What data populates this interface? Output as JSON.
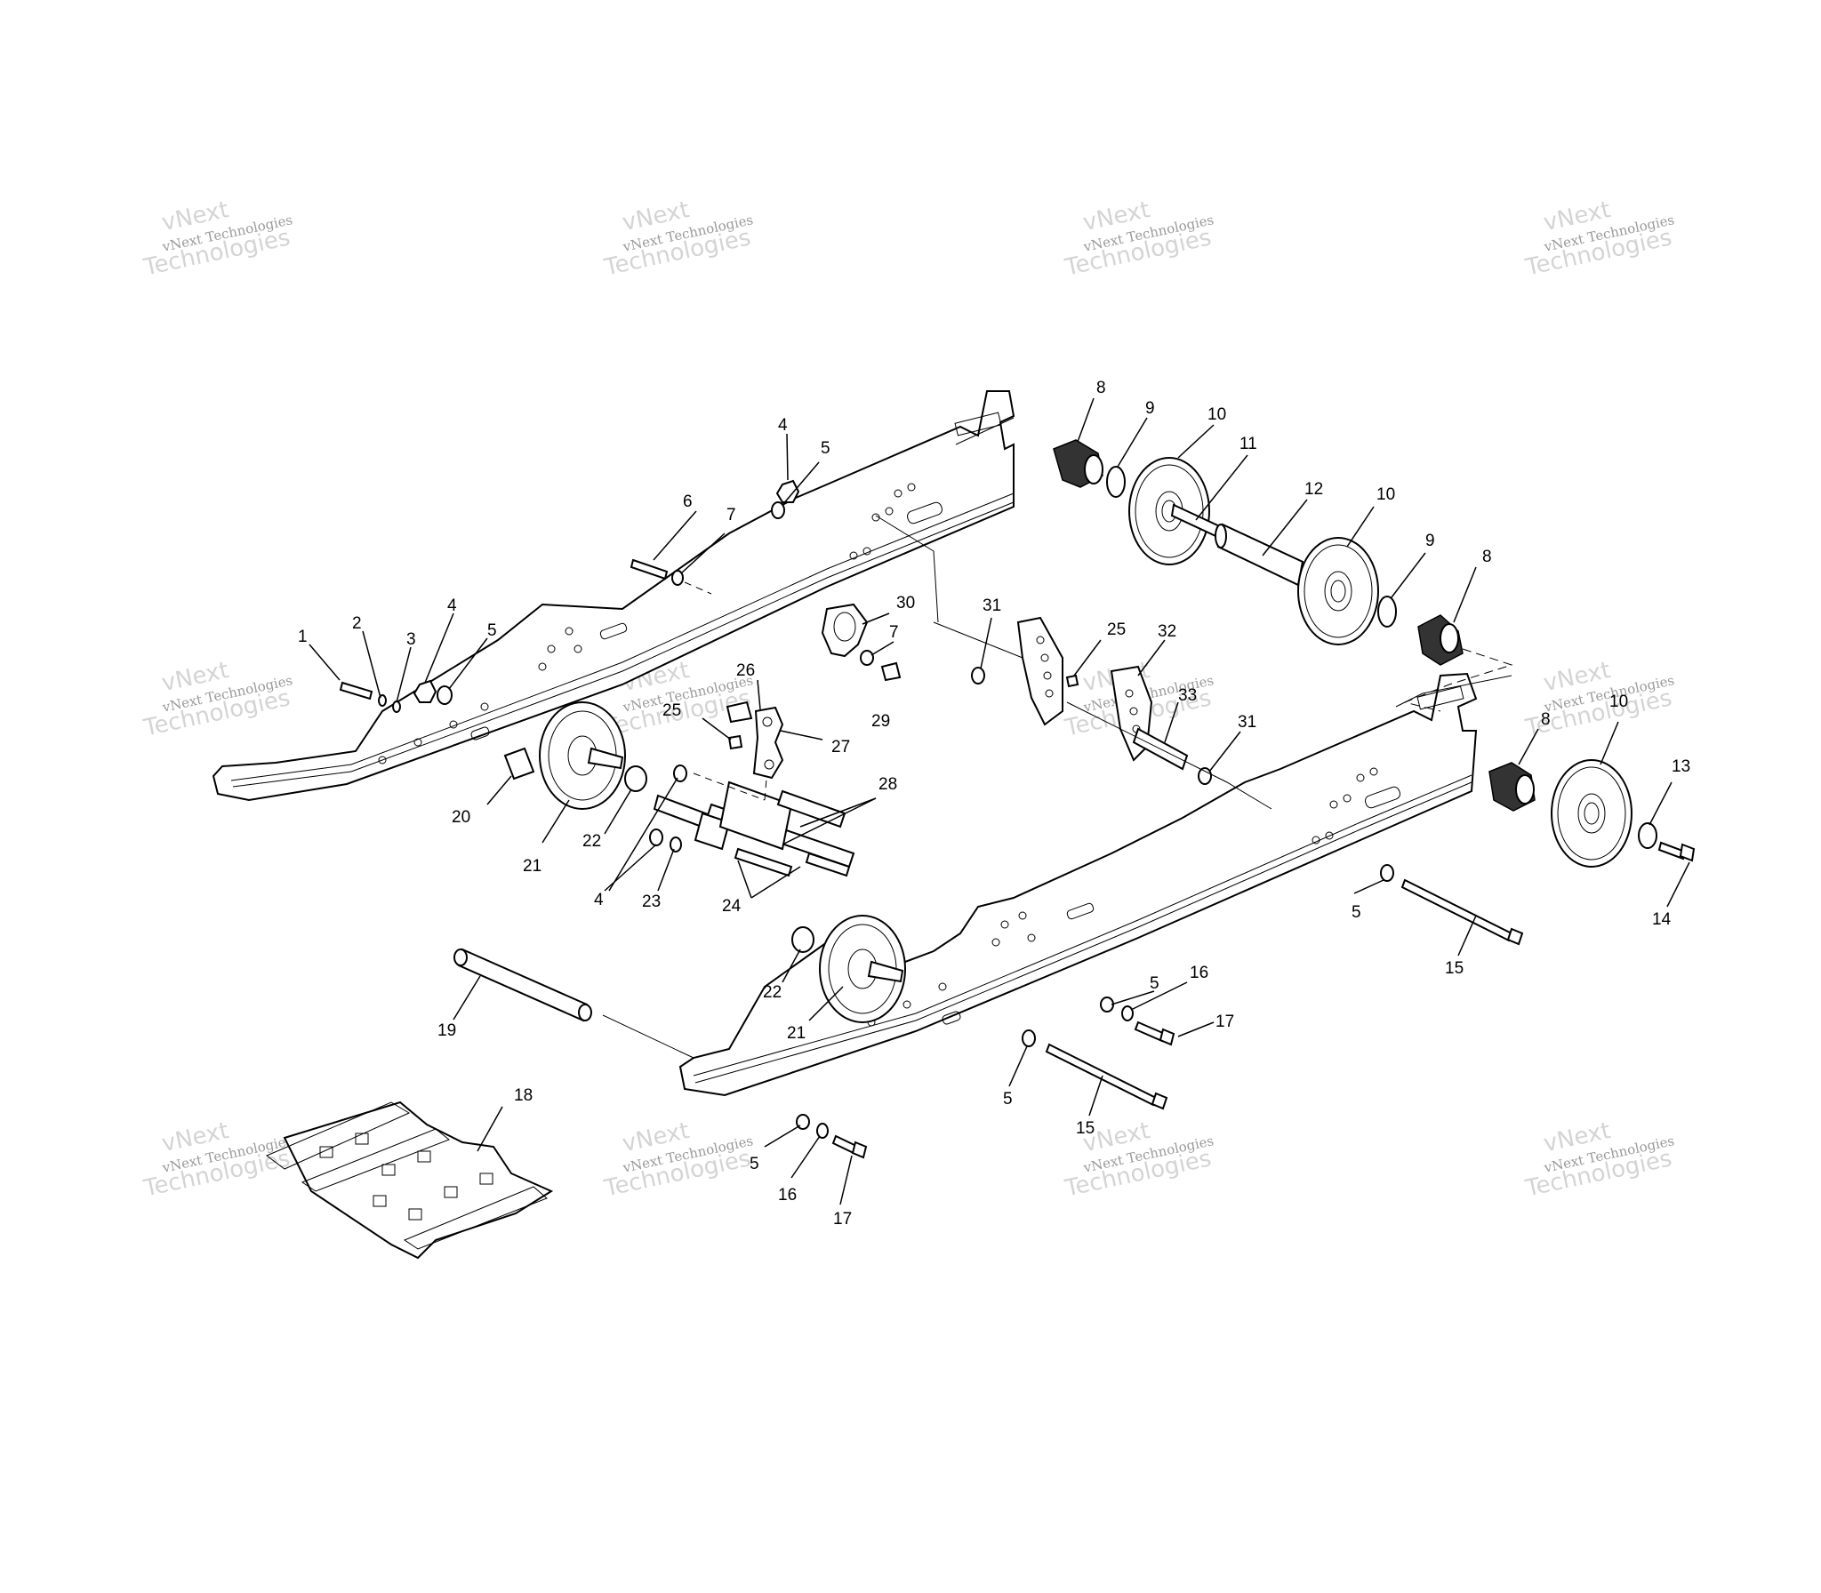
{
  "diagram": {
    "watermark_line1": "vNext Technologies",
    "watermark_big_top": "vNext",
    "watermark_big_bottom": "Technologies",
    "labels": [
      {
        "id": "l1",
        "text": "1"
      },
      {
        "id": "l2",
        "text": "2"
      },
      {
        "id": "l3",
        "text": "3"
      },
      {
        "id": "l4a",
        "text": "4"
      },
      {
        "id": "l5a",
        "text": "5"
      },
      {
        "id": "l4b",
        "text": "4"
      },
      {
        "id": "l5b",
        "text": "5"
      },
      {
        "id": "l6",
        "text": "6"
      },
      {
        "id": "l7a",
        "text": "7"
      },
      {
        "id": "l8a",
        "text": "8"
      },
      {
        "id": "l9a",
        "text": "9"
      },
      {
        "id": "l10a",
        "text": "10"
      },
      {
        "id": "l11",
        "text": "11"
      },
      {
        "id": "l12",
        "text": "12"
      },
      {
        "id": "l10b",
        "text": "10"
      },
      {
        "id": "l9b",
        "text": "9"
      },
      {
        "id": "l8b",
        "text": "8"
      },
      {
        "id": "l30",
        "text": "30"
      },
      {
        "id": "l7b",
        "text": "7"
      },
      {
        "id": "l29",
        "text": "29"
      },
      {
        "id": "l31a",
        "text": "31"
      },
      {
        "id": "l25a",
        "text": "25"
      },
      {
        "id": "l32",
        "text": "32"
      },
      {
        "id": "l33",
        "text": "33"
      },
      {
        "id": "l31b",
        "text": "31"
      },
      {
        "id": "l26",
        "text": "26"
      },
      {
        "id": "l25b",
        "text": "25"
      },
      {
        "id": "l27",
        "text": "27"
      },
      {
        "id": "l28",
        "text": "28"
      },
      {
        "id": "l20",
        "text": "20"
      },
      {
        "id": "l21a",
        "text": "21"
      },
      {
        "id": "l22a",
        "text": "22"
      },
      {
        "id": "l4c",
        "text": "4"
      },
      {
        "id": "l23",
        "text": "23"
      },
      {
        "id": "l24",
        "text": "24"
      },
      {
        "id": "l22b",
        "text": "22"
      },
      {
        "id": "l21b",
        "text": "21"
      },
      {
        "id": "l19",
        "text": "19"
      },
      {
        "id": "l18",
        "text": "18"
      },
      {
        "id": "l8c",
        "text": "8"
      },
      {
        "id": "l10c",
        "text": "10"
      },
      {
        "id": "l13",
        "text": "13"
      },
      {
        "id": "l14",
        "text": "14"
      },
      {
        "id": "l5c",
        "text": "5"
      },
      {
        "id": "l15a",
        "text": "15"
      },
      {
        "id": "l5d",
        "text": "5"
      },
      {
        "id": "l16a",
        "text": "16"
      },
      {
        "id": "l17a",
        "text": "17"
      },
      {
        "id": "l5e",
        "text": "5"
      },
      {
        "id": "l15b",
        "text": "15"
      },
      {
        "id": "l5f",
        "text": "5"
      },
      {
        "id": "l16b",
        "text": "16"
      },
      {
        "id": "l17b",
        "text": "17"
      }
    ]
  }
}
